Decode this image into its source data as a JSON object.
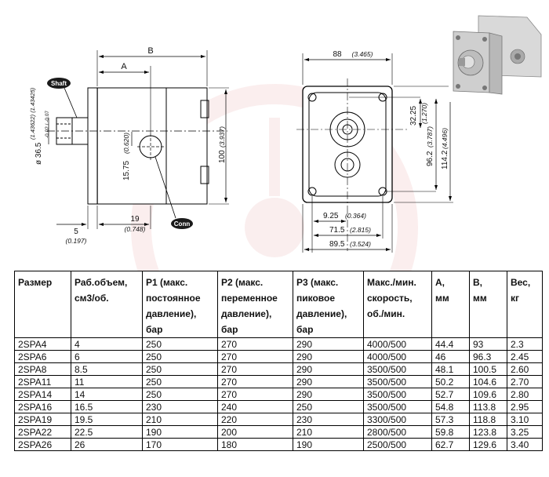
{
  "drawing": {
    "shaft_label": "Shaft",
    "conn_label": "Conn",
    "dim_b": "B",
    "dim_a": "A",
    "dia_main": "ø 36.5",
    "dia_tol": "-0.02 / -0.07",
    "dia_inch": "(1.43622) (1.43425)",
    "dim_15_75": "15.75",
    "dim_15_75_in": "(0.620)",
    "dim_100": "100",
    "dim_100_in": "(3.937)",
    "dim_5": "5",
    "dim_5_in": "(0.197)",
    "dim_19": "19",
    "dim_19_in": "(0.748)",
    "dim_88": "88",
    "dim_88_in": "(3.465)",
    "dim_32_25": "32.25",
    "dim_32_25_in": "(1.270)",
    "dim_96_2": "96.2",
    "dim_96_2_in": "(3.787)",
    "dim_114_2": "114.2",
    "dim_114_2_in": "(4.496)",
    "dim_9_25": "9.25",
    "dim_9_25_in": "(0.364)",
    "dim_71_5": "71.5",
    "dim_71_5_in": "(2.815)",
    "dim_89_5": "89.5",
    "dim_89_5_in": "(3.524)"
  },
  "table": {
    "headers": [
      [
        "Размер"
      ],
      [
        "Раб.объем,",
        "см3/об."
      ],
      [
        "P1 (макс.",
        "постоянное",
        "давление),",
        "бар"
      ],
      [
        "P2 (макс.",
        "переменное",
        "давление),",
        "бар"
      ],
      [
        "P3 (макс.",
        "пиковое",
        "давление),",
        "бар"
      ],
      [
        "Макс./мин.",
        "скорость,",
        "об./мин."
      ],
      [
        "A,",
        "мм"
      ],
      [
        "B,",
        "мм"
      ],
      [
        "Вес,",
        "кг"
      ]
    ],
    "rows": [
      [
        "2SPA4",
        "4",
        "250",
        "270",
        "290",
        "4000/500",
        "44.4",
        "93",
        "2.3"
      ],
      [
        "2SPA6",
        "6",
        "250",
        "270",
        "290",
        "4000/500",
        "46",
        "96.3",
        "2.45"
      ],
      [
        "2SPA8",
        "8.5",
        "250",
        "270",
        "290",
        "3500/500",
        "48.1",
        "100.5",
        "2.60"
      ],
      [
        "2SPA11",
        "11",
        "250",
        "270",
        "290",
        "3500/500",
        "50.2",
        "104.6",
        "2.70"
      ],
      [
        "2SPA14",
        "14",
        "250",
        "270",
        "290",
        "3500/500",
        "52.7",
        "109.6",
        "2.80"
      ],
      [
        "2SPA16",
        "16.5",
        "230",
        "240",
        "250",
        "3500/500",
        "54.8",
        "113.8",
        "2.95"
      ],
      [
        "2SPA19",
        "19.5",
        "210",
        "220",
        "230",
        "3300/500",
        "57.3",
        "118.8",
        "3.10"
      ],
      [
        "2SPA22",
        "22.5",
        "190",
        "200",
        "210",
        "2800/500",
        "59.8",
        "123.8",
        "3.25"
      ],
      [
        "2SPA26",
        "26",
        "170",
        "180",
        "190",
        "2500/500",
        "62.7",
        "129.6",
        "3.40"
      ]
    ]
  }
}
